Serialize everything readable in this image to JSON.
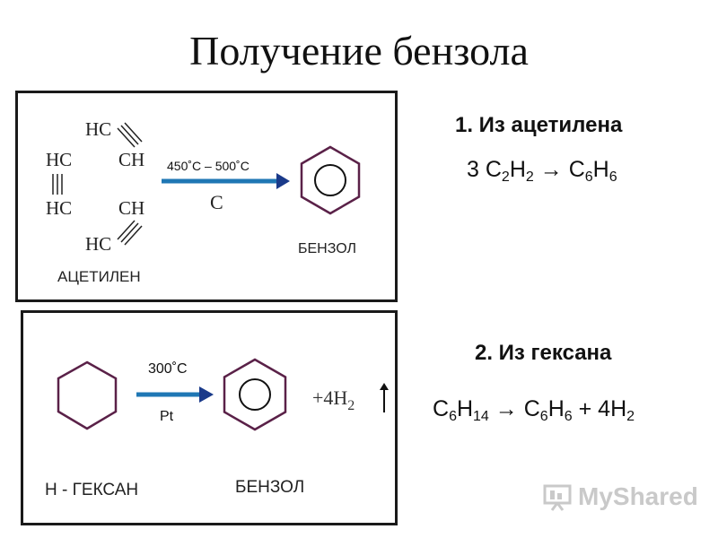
{
  "slide": {
    "title": "Получение бензола"
  },
  "panel1": {
    "mol": {
      "hc_top": "HC",
      "hc_left_top": "HC",
      "ch_right_top": "CH",
      "hc_left_bottom": "HC",
      "ch_right_bottom": "CH",
      "hc_bottom": "HC"
    },
    "temperature": "450˚C – 500˚C",
    "catalyst": "C",
    "reactant_label": "АЦЕТИЛЕН",
    "product_label": "БЕНЗОЛ"
  },
  "panel2": {
    "temperature": "300˚C",
    "catalyst": "Pt",
    "byproduct": "+4H",
    "byproduct_sub": "2",
    "reactant_label": "Н - ГЕКСАН",
    "product_label": "БЕНЗОЛ"
  },
  "method1": {
    "heading": "1. Из ацетилена",
    "equation": {
      "coef": "3 ",
      "r_el1": "C",
      "r_n1": "2",
      "r_el2": "H",
      "r_n2": "2",
      "arrow": " → ",
      "p_el1": "C",
      "p_n1": "6",
      "p_el2": "H",
      "p_n2": "6"
    }
  },
  "method2": {
    "heading": "2. Из гексана",
    "equation": {
      "r_el1": "C",
      "r_n1": "6",
      "r_el2": "H",
      "r_n2": "14",
      "arrow": " → ",
      "p_el1": "C",
      "p_n1": "6",
      "p_el2": "H",
      "p_n2": "6",
      "plus": " + 4H",
      "plus_n": "2"
    }
  },
  "watermark": {
    "text": "MyShared"
  },
  "colors": {
    "arrow": "#1f77b4",
    "arrow_head": "#1a3a8a",
    "molecule": "#5a2148",
    "ring": "#111111",
    "frame": "#1a1a1a"
  }
}
